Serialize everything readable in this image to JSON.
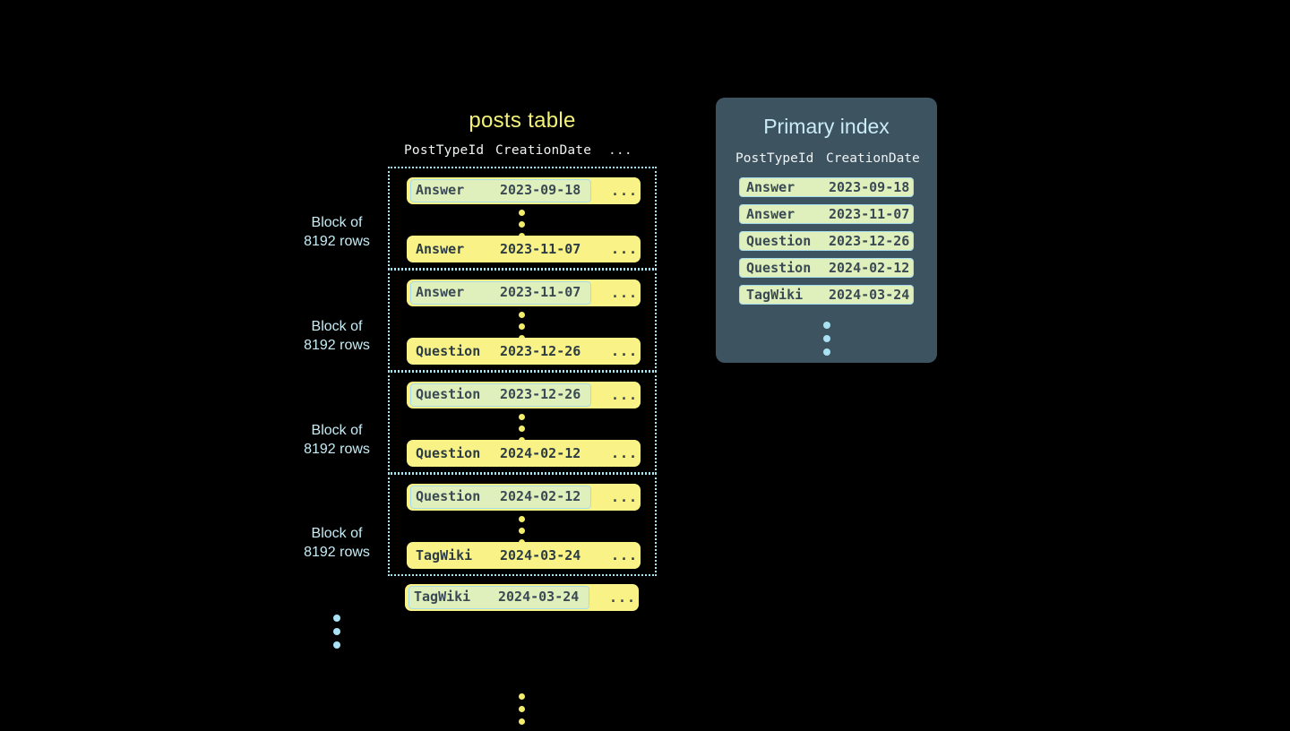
{
  "colors": {
    "background": "#000000",
    "row_yellow": "#f9f387",
    "highlight_green": "#e0f0bc",
    "highlight_border": "#a7dced",
    "accent_blue": "#a8e2f3",
    "title_yellow": "#f3f178",
    "panel_slate": "#3e5360",
    "dark_text": "#2c3b44"
  },
  "posts_table": {
    "title": "posts table",
    "headers": {
      "post_type_id": "PostTypeId",
      "creation_date": "CreationDate",
      "more": "..."
    },
    "ellipsis_cell": "...",
    "blocks": [
      {
        "label_line1": "Block of",
        "label_line2": "8192 rows",
        "first_row": {
          "post_type_id": "Answer",
          "creation_date": "2023-09-18",
          "highlighted": true
        },
        "last_row": {
          "post_type_id": "Answer",
          "creation_date": "2023-11-07",
          "highlighted": false
        }
      },
      {
        "label_line1": "Block of",
        "label_line2": "8192 rows",
        "first_row": {
          "post_type_id": "Answer",
          "creation_date": "2023-11-07",
          "highlighted": true
        },
        "last_row": {
          "post_type_id": "Question",
          "creation_date": "2023-12-26",
          "highlighted": false
        }
      },
      {
        "label_line1": "Block of",
        "label_line2": "8192 rows",
        "first_row": {
          "post_type_id": "Question",
          "creation_date": "2023-12-26",
          "highlighted": true
        },
        "last_row": {
          "post_type_id": "Question",
          "creation_date": "2024-02-12",
          "highlighted": false
        }
      },
      {
        "label_line1": "Block of",
        "label_line2": "8192 rows",
        "first_row": {
          "post_type_id": "Question",
          "creation_date": "2024-02-12",
          "highlighted": true
        },
        "last_row": {
          "post_type_id": "TagWiki",
          "creation_date": "2024-03-24",
          "highlighted": false
        }
      }
    ],
    "trailing_row": {
      "post_type_id": "TagWiki",
      "creation_date": "2024-03-24",
      "highlighted": true
    }
  },
  "primary_index": {
    "title": "Primary index",
    "headers": {
      "post_type_id": "PostTypeId",
      "creation_date": "CreationDate"
    },
    "rows": [
      {
        "post_type_id": "Answer",
        "creation_date": "2023-09-18"
      },
      {
        "post_type_id": "Answer",
        "creation_date": "2023-11-07"
      },
      {
        "post_type_id": "Question",
        "creation_date": "2023-12-26"
      },
      {
        "post_type_id": "Question",
        "creation_date": "2024-02-12"
      },
      {
        "post_type_id": "TagWiki",
        "creation_date": "2024-03-24"
      }
    ]
  }
}
